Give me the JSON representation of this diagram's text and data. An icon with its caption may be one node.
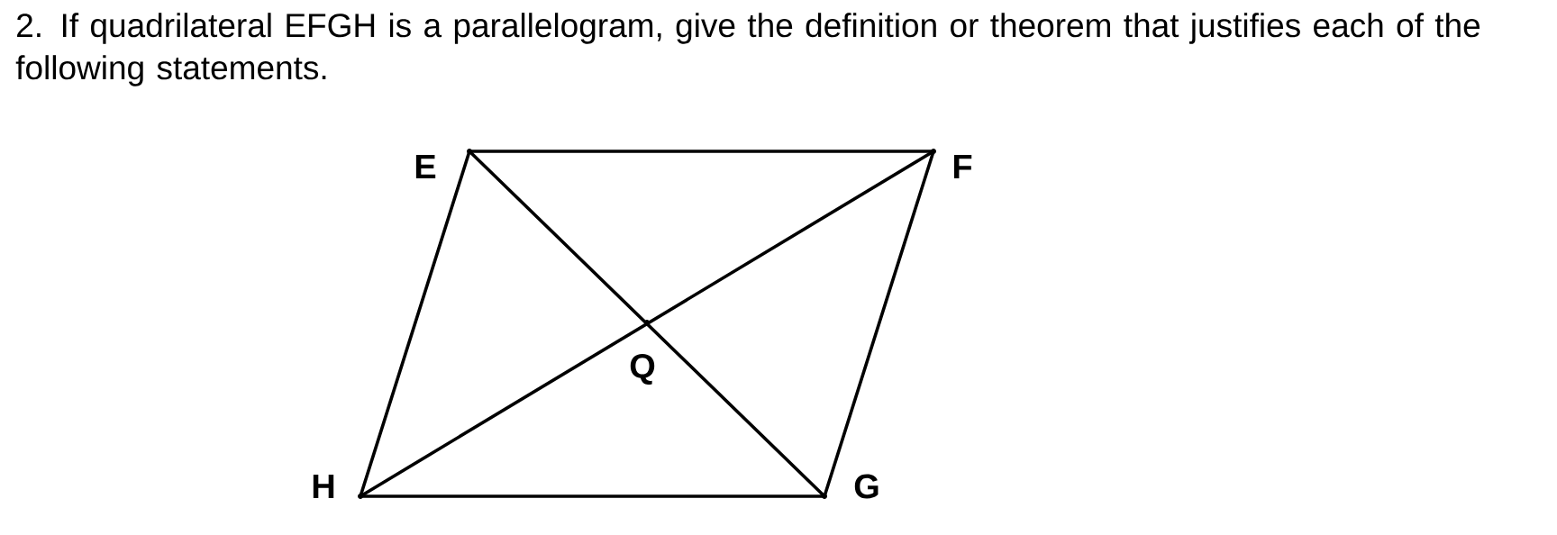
{
  "diagram": {
    "title": "2.  If quadrilateral EFGH is a parallelogram, give the definition or theorem that justifies each of the following statements.",
    "nodes": [
      {
        "text": [],
        "shape": "point",
        "beside": [
          "E"
        ]
      },
      {
        "text": [],
        "shape": "point",
        "beside": [
          "F"
        ]
      },
      {
        "text": [],
        "shape": "point",
        "beside": [
          "G"
        ]
      },
      {
        "text": [],
        "shape": "point",
        "beside": [
          "H"
        ]
      },
      {
        "text": [],
        "shape": "point",
        "beside": [
          "Q"
        ]
      }
    ],
    "edges": [
      {
        "from": 0,
        "to": 1,
        "arrow": "none"
      },
      {
        "from": 1,
        "to": 2,
        "arrow": "none"
      },
      {
        "from": 2,
        "to": 3,
        "arrow": "none"
      },
      {
        "from": 3,
        "to": 0,
        "arrow": "none"
      },
      {
        "from": 0,
        "to": 2,
        "arrow": "none"
      },
      {
        "from": 3,
        "to": 1,
        "arrow": "none"
      }
    ]
  }
}
